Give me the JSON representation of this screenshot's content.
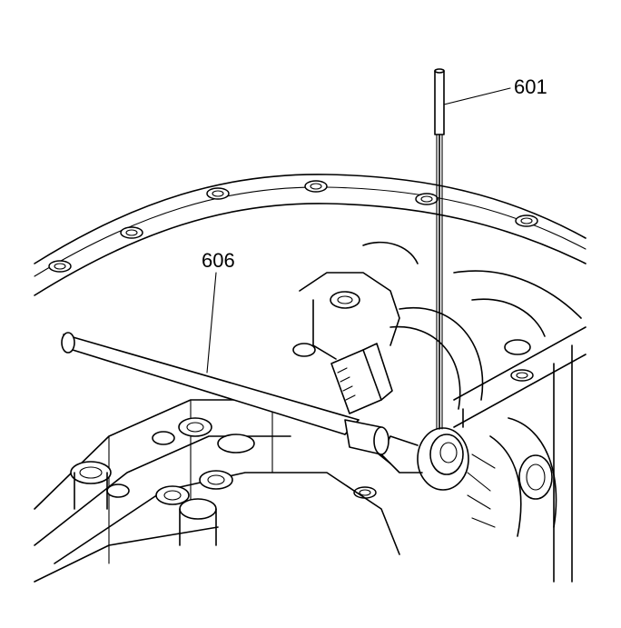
{
  "figure": {
    "callouts": [
      {
        "id": "601",
        "text": "601"
      },
      {
        "id": "606",
        "text": "606"
      }
    ],
    "colors": {
      "line": "#000000",
      "background": "#ffffff"
    }
  }
}
